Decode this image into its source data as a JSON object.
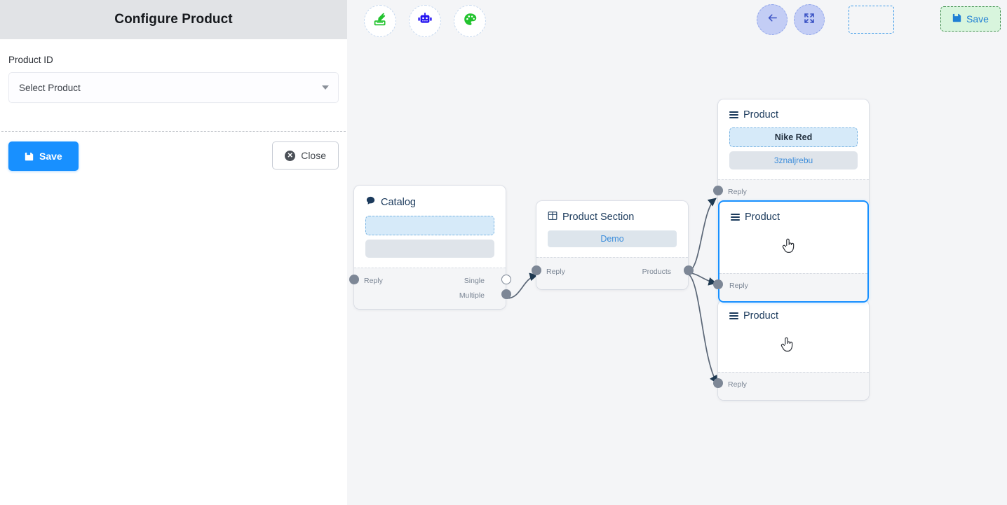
{
  "config_panel": {
    "title": "Configure Product",
    "field_label": "Product ID",
    "select_placeholder": "Select Product",
    "save_label": "Save",
    "close_label": "Close",
    "caret_icon": "chevron-down-icon",
    "save_icon": "floppy-disk-icon",
    "close_icon": "x-circle-icon"
  },
  "toolbar": {
    "stack_icon": "stack-layers-icon",
    "bot_icon": "robot-icon",
    "palette_icon": "palette-icon",
    "back_icon": "arrow-left-icon",
    "collapse_icon": "fit-to-screen-icon",
    "save_label": "Save",
    "save_icon": "floppy-disk-icon",
    "colors": {
      "stack": "#22c32e",
      "bot": "#2312f0",
      "palette": "#22c32e",
      "round_btn_bg": "#c3cdf5",
      "round_btn_fg": "#3a52c4",
      "save_bg": "#d8f5dd",
      "save_border": "#3c8f4a",
      "save_fg": "#1f7fd4"
    }
  },
  "canvas": {
    "background": "#f4f5f7",
    "edge_color": "#5b6777",
    "selected_color": "#1890ff",
    "nodes": [
      {
        "id": "catalog",
        "title": "Catalog",
        "icon": "chat-bubble-icon",
        "placeholder_dashed": "",
        "placeholder_gray": "",
        "ports_left": [
          "Reply"
        ],
        "ports_right": [
          "Single",
          "Multiple"
        ]
      },
      {
        "id": "product-section",
        "title": "Product Section",
        "icon": "grid-table-icon",
        "chip_label": "Demo",
        "ports_left": [
          "Reply"
        ],
        "ports_right": [
          "Products"
        ]
      },
      {
        "id": "product-1",
        "title": "Product",
        "icon": "hamburger-icon",
        "item_primary": "Nike Red",
        "item_secondary": "3znaljrebu",
        "ports_left": [
          "Reply"
        ],
        "selected": false
      },
      {
        "id": "product-2",
        "title": "Product",
        "icon": "hamburger-icon",
        "ports_left": [
          "Reply"
        ],
        "selected": true,
        "cursor": "pointer-hand-cursor"
      },
      {
        "id": "product-3",
        "title": "Product",
        "icon": "hamburger-icon",
        "ports_left": [
          "Reply"
        ],
        "selected": false,
        "cursor": "pointer-hand-cursor"
      }
    ]
  }
}
